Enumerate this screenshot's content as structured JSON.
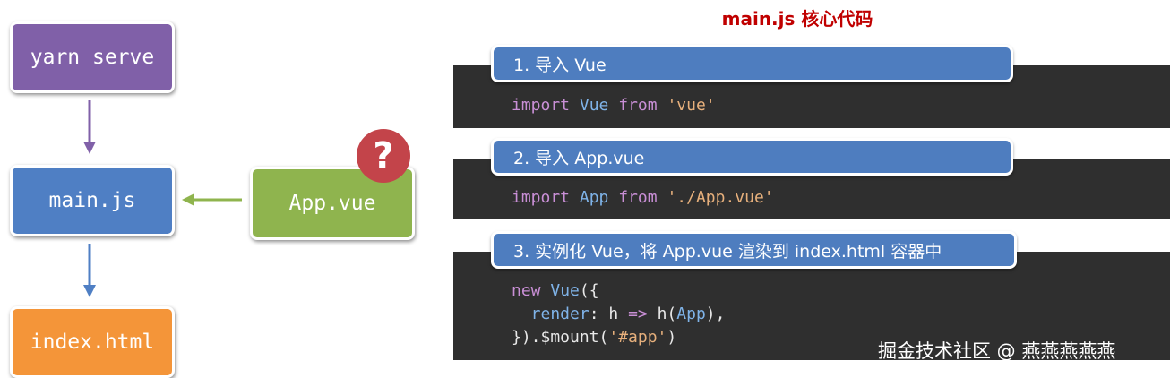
{
  "flow": {
    "yarn_serve": "yarn serve",
    "main_js": "main.js",
    "index_html": "index.html",
    "app_vue": "App.vue",
    "question_mark": "?"
  },
  "panel": {
    "title": "main.js 核心代码",
    "steps": [
      {
        "header": "1. 导入 Vue",
        "code": [
          [
            {
              "t": "import",
              "c": "kw"
            },
            {
              "t": " ",
              "c": "plain"
            },
            {
              "t": "Vue",
              "c": "id"
            },
            {
              "t": " ",
              "c": "plain"
            },
            {
              "t": "from",
              "c": "kw"
            },
            {
              "t": " ",
              "c": "plain"
            },
            {
              "t": "'vue'",
              "c": "str"
            }
          ]
        ]
      },
      {
        "header": "2. 导入 App.vue",
        "code": [
          [
            {
              "t": "import",
              "c": "kw"
            },
            {
              "t": " ",
              "c": "plain"
            },
            {
              "t": "App",
              "c": "id"
            },
            {
              "t": " ",
              "c": "plain"
            },
            {
              "t": "from",
              "c": "kw"
            },
            {
              "t": " ",
              "c": "plain"
            },
            {
              "t": "'./App.vue'",
              "c": "str"
            }
          ]
        ]
      },
      {
        "header": "3. 实例化 Vue，将 App.vue 渲染到 index.html 容器中",
        "code": [
          [
            {
              "t": "new",
              "c": "kw"
            },
            {
              "t": " ",
              "c": "plain"
            },
            {
              "t": "Vue",
              "c": "id"
            },
            {
              "t": "({",
              "c": "plain"
            }
          ],
          [
            {
              "t": "  render",
              "c": "id"
            },
            {
              "t": ": h ",
              "c": "plain"
            },
            {
              "t": "=>",
              "c": "kw"
            },
            {
              "t": " h(",
              "c": "plain"
            },
            {
              "t": "App",
              "c": "id"
            },
            {
              "t": "),",
              "c": "plain"
            }
          ],
          [
            {
              "t": "}).$mount(",
              "c": "plain"
            },
            {
              "t": "'#app'",
              "c": "str"
            },
            {
              "t": ")",
              "c": "plain"
            }
          ]
        ]
      }
    ]
  },
  "watermark": "掘金技术社区 @ 燕燕燕燕燕",
  "colors": {
    "yarn_box": "#8060a8",
    "main_box": "#4f7fc4",
    "index_box": "#f49539",
    "app_box": "#8fb44e",
    "question_badge": "#c3444a",
    "title": "#c00000",
    "code_bg": "#2f2f2f",
    "step_header": "#4e7dbf"
  }
}
